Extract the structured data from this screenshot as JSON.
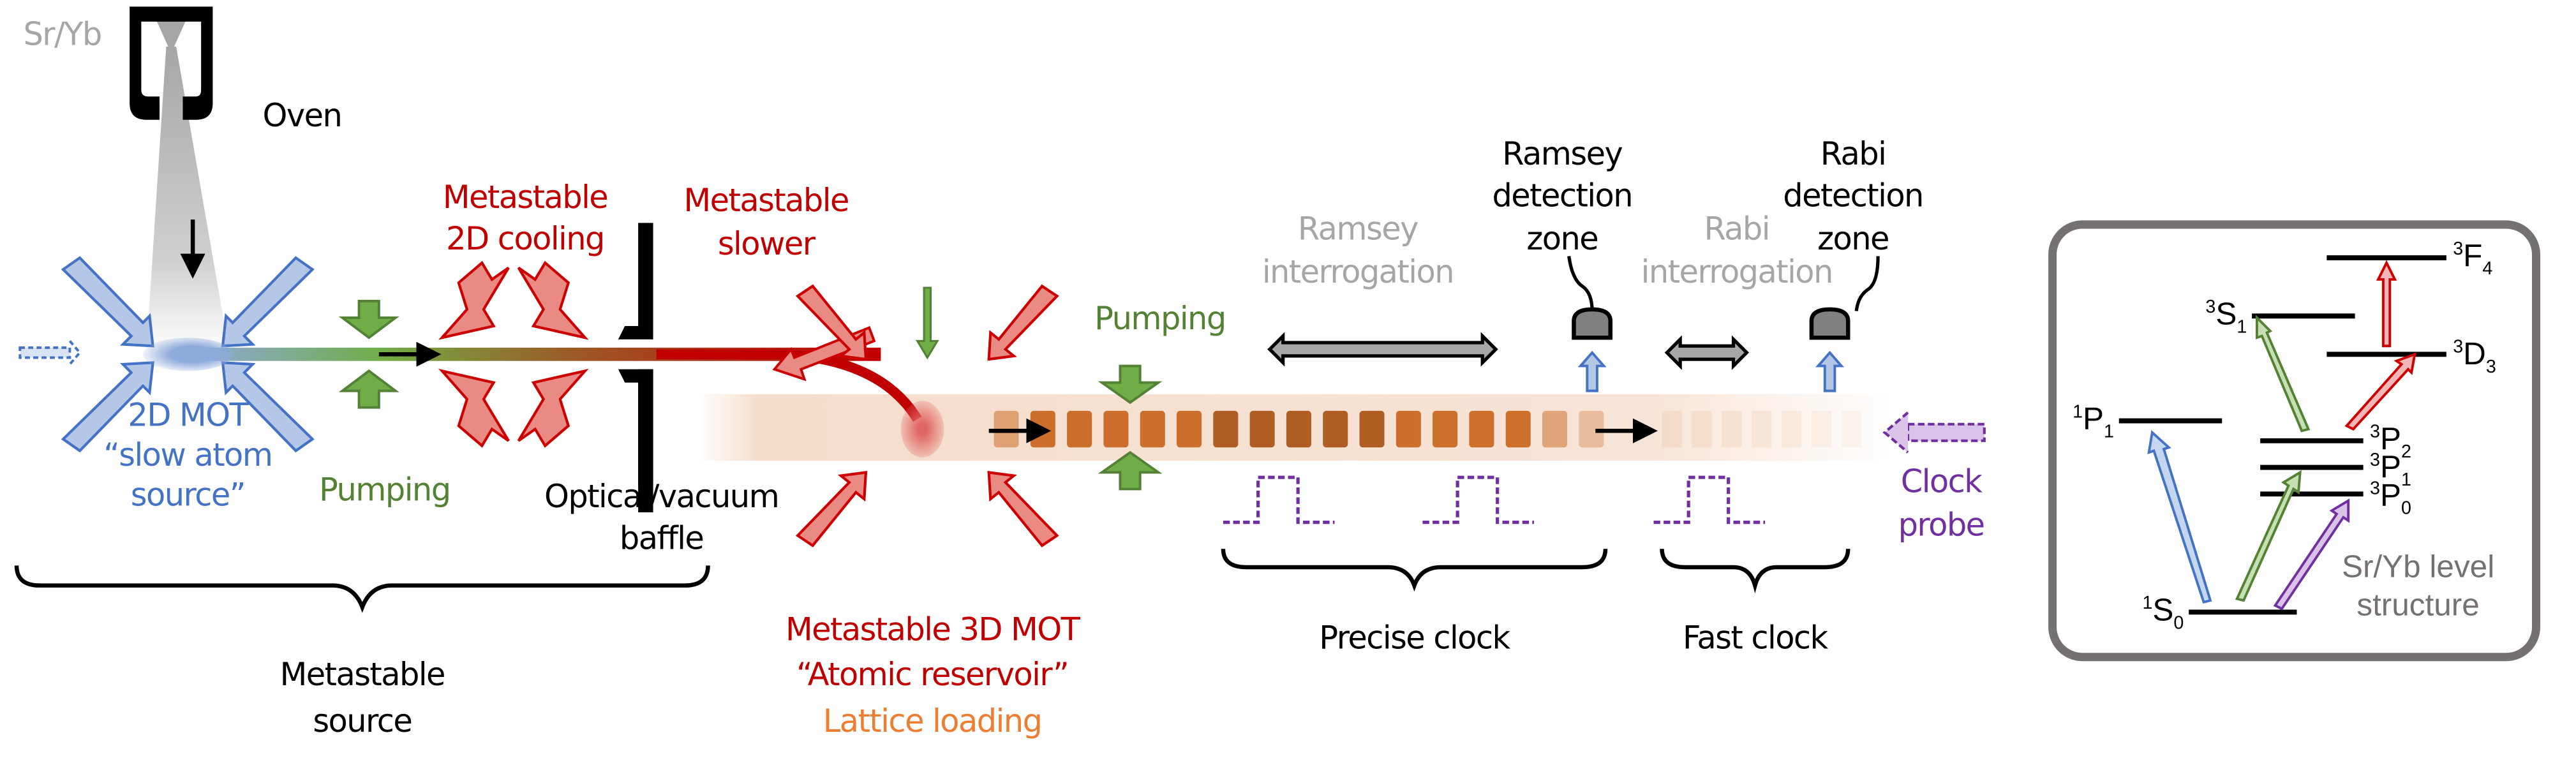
{
  "colors": {
    "black": "#000000",
    "gray_text": "#a6a6a6",
    "blue_text": "#4472c4",
    "green_text": "#548235",
    "red_text": "#c00000",
    "orange_text": "#ed7d31",
    "purple_text": "#7030a0",
    "blue_fill": "#b4c7e7",
    "blue_stroke": "#4472c4",
    "green_fill": "#70ad47",
    "green_stroke": "#538135",
    "red_fill": "#e98b84",
    "red_stroke": "#cc0000",
    "lattice": "#c55a11",
    "box_border": "#767171",
    "level_text": "#767171"
  },
  "source": {
    "species_label": "Sr/Yb",
    "oven_label": "Oven",
    "mot2d_lines": [
      "2D MOT",
      "“slow atom",
      "source”"
    ],
    "pumping_label": "Pumping",
    "cooling2d_lines": [
      "Metastable",
      "2D cooling"
    ],
    "baffle_lines": [
      "Optical/vacuum",
      "baffle"
    ],
    "slower_lines": [
      "Metastable",
      "slower"
    ],
    "brace_label_lines": [
      "Metastable",
      "source"
    ]
  },
  "reservoir": {
    "mot3d_lines": [
      "Metastable 3D MOT",
      "“Atomic reservoir”"
    ],
    "lattice_loading": "Lattice loading",
    "pumping_label": "Pumping"
  },
  "clock": {
    "ramsey_interrogation_lines": [
      "Ramsey",
      "interrogation"
    ],
    "ramsey_detection_lines": [
      "Ramsey",
      "detection",
      "zone"
    ],
    "rabi_interrogation_lines": [
      "Rabi",
      "interrogation"
    ],
    "rabi_detection_lines": [
      "Rabi",
      "detection",
      "zone"
    ],
    "clock_probe_lines": [
      "Clock",
      "probe"
    ],
    "precise_clock": "Precise clock",
    "fast_clock": "Fast clock"
  },
  "levels": {
    "caption_lines": [
      "Sr/Yb level",
      "structure"
    ],
    "states": [
      {
        "id": "1S0",
        "sup": "1",
        "base": "S",
        "sub": "0"
      },
      {
        "id": "1P1",
        "sup": "1",
        "base": "P",
        "sub": "1"
      },
      {
        "id": "3P0",
        "sup": "3",
        "base": "P",
        "sub": "0"
      },
      {
        "id": "3P1",
        "sup": "3",
        "base": "P",
        "sub": "1"
      },
      {
        "id": "3P2",
        "sup": "3",
        "base": "P",
        "sub": "2"
      },
      {
        "id": "3S1",
        "sup": "3",
        "base": "S",
        "sub": "1"
      },
      {
        "id": "3D3",
        "sup": "3",
        "base": "D",
        "sub": "3"
      },
      {
        "id": "3F4",
        "sup": "3",
        "base": "F",
        "sub": "4"
      }
    ],
    "transitions": [
      {
        "from": "1S0",
        "to": "1P1",
        "color": "blue"
      },
      {
        "from": "1S0",
        "to": "3P1",
        "color": "green"
      },
      {
        "from": "1S0",
        "to": "3P0",
        "color": "purple"
      },
      {
        "from": "3P2",
        "to": "3S1",
        "color": "green"
      },
      {
        "from": "3P2",
        "to": "3D3",
        "color": "red"
      },
      {
        "from": "3D3",
        "to": "3F4",
        "color": "red"
      }
    ]
  }
}
